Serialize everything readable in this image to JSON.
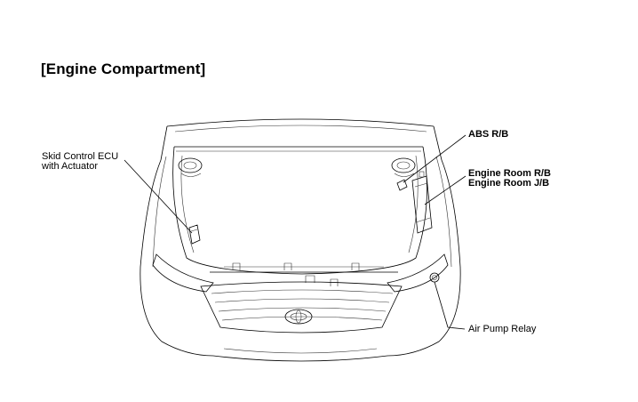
{
  "heading": "[Engine Compartment]",
  "labels": {
    "abs_rb": "ABS R/B",
    "engine_room_rb": "Engine Room R/B",
    "engine_room_jb": "Engine Room J/B",
    "skid_control_line1": "Skid Control ECU",
    "skid_control_line2": "with Actuator",
    "air_pump_relay": "Air Pump Relay"
  }
}
